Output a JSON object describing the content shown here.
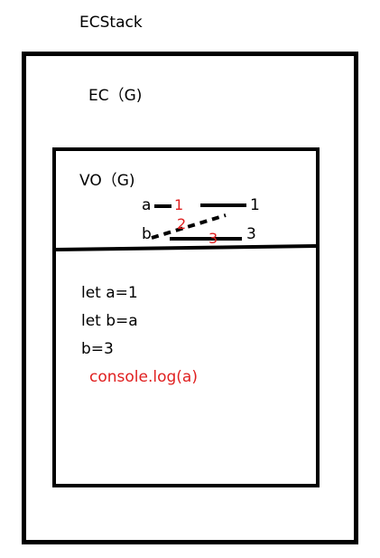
{
  "title": "ECStack",
  "ec_box": {
    "label": "EC（G)"
  },
  "vo_box": {
    "label": "VO（G)",
    "variables": [
      {
        "name": "a",
        "value": "1"
      },
      {
        "name": "b",
        "value": "3"
      }
    ],
    "step_markers": [
      "1",
      "2",
      "3"
    ]
  },
  "code_lines": [
    "let a=1",
    "let b=a",
    "b=3",
    "console.log(a)"
  ],
  "colors": {
    "ink": "#000000",
    "annotation": "#e02020"
  }
}
